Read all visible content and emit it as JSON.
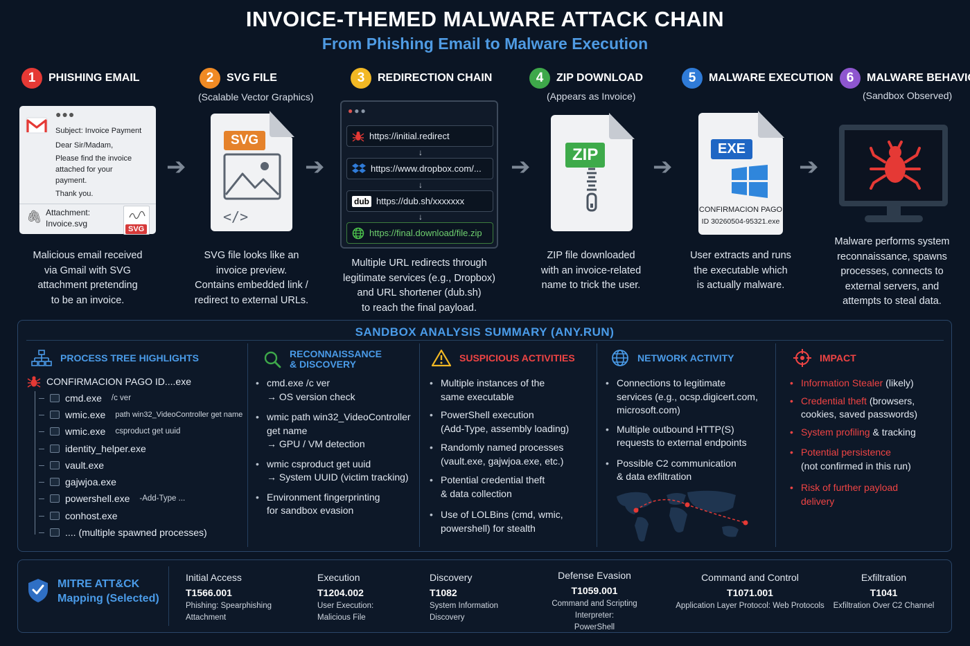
{
  "title": "INVOICE-THEMED MALWARE ATTACK CHAIN",
  "subtitle": "From Phishing Email to Malware Execution",
  "colors": {
    "step1": "#e53935",
    "step2": "#f08a24",
    "step3": "#f2b824",
    "step4": "#3ea84a",
    "step5": "#2f7bd8",
    "step6": "#8e56cf",
    "accent_blue": "#4a9be8",
    "danger_red": "#ef4444"
  },
  "steps": [
    {
      "num": "1",
      "title": "PHISHING EMAIL",
      "sub": "",
      "desc": [
        "Malicious email received",
        "via Gmail with SVG",
        "attachment pretending",
        "to be an invoice."
      ]
    },
    {
      "num": "2",
      "title": "SVG FILE",
      "sub": "(Scalable Vector Graphics)",
      "desc": [
        "SVG file looks like an",
        "invoice preview.",
        "Contains embedded link /",
        "redirect to external URLs."
      ]
    },
    {
      "num": "3",
      "title": "REDIRECTION CHAIN",
      "sub": "",
      "desc": [
        "Multiple URL redirects through",
        "legitimate services (e.g., Dropbox)",
        "and URL shortener (dub.sh)",
        "to reach the final payload."
      ]
    },
    {
      "num": "4",
      "title": "ZIP DOWNLOAD",
      "sub": "(Appears as Invoice)",
      "desc": [
        "ZIP file downloaded",
        "with an invoice-related",
        "name to trick the user."
      ]
    },
    {
      "num": "5",
      "title": "MALWARE EXECUTION",
      "sub": "",
      "desc": [
        "User extracts and runs",
        "the executable which",
        "is actually malware."
      ]
    },
    {
      "num": "6",
      "title": "MALWARE BEHAVIOR",
      "sub": "(Sandbox Observed)",
      "desc": [
        "Malware performs system",
        "reconnaissance, spawns",
        "processes, connects to",
        "external servers, and",
        "attempts to steal data."
      ]
    }
  ],
  "email": {
    "subject": "Subject:  Invoice Payment",
    "body": [
      "Dear Sir/Madam,",
      "Please find the invoice",
      "attached for your",
      "payment.",
      "Thank you."
    ],
    "attachment_label": "Attachment:",
    "attachment_file": "Invoice.svg",
    "attachment_tag": "SVG",
    "icons": [
      "gmail-logo",
      "paperclip-icon"
    ]
  },
  "svg_file": {
    "tag": "SVG",
    "code": "</>"
  },
  "redirects": [
    {
      "icon": "spider-icon",
      "url": "https://initial.redirect"
    },
    {
      "icon": "dropbox-icon",
      "url": "https://www.dropbox.com/..."
    },
    {
      "icon": "dub-logo",
      "logo_text": "dub",
      "url": "https://dub.sh/xxxxxxx"
    },
    {
      "icon": "globe-icon",
      "url": "https://final.download/file.zip"
    }
  ],
  "redirect_arrow": "↓",
  "zip_file": {
    "tag": "ZIP"
  },
  "exe_file": {
    "tag": "EXE",
    "name": "CONFIRMACION PAGO",
    "id": "ID 30260504-95321.exe"
  },
  "sandbox": {
    "title": "SANDBOX ANALYSIS SUMMARY (ANY.RUN)",
    "process_tree": {
      "heading": "PROCESS TREE HIGHLIGHTS",
      "root": "CONFIRMACION PAGO ID....exe",
      "children": [
        {
          "name": "cmd.exe",
          "args": "/c ver"
        },
        {
          "name": "wmic.exe",
          "args": "path win32_VideoController get name"
        },
        {
          "name": "wmic.exe",
          "args": "csproduct get uuid"
        },
        {
          "name": "identity_helper.exe",
          "args": ""
        },
        {
          "name": "vault.exe",
          "args": ""
        },
        {
          "name": "gajwjoa.exe",
          "args": ""
        },
        {
          "name": "powershell.exe",
          "args": "-Add-Type ..."
        },
        {
          "name": "conhost.exe",
          "args": ""
        },
        {
          "name": ".... (multiple spawned processes)",
          "args": ""
        }
      ]
    },
    "recon": {
      "heading_line1": "RECONNAISSANCE",
      "heading_line2": "& DISCOVERY",
      "items": [
        [
          "cmd.exe /c ver",
          "→ OS version check"
        ],
        [
          "wmic path win32_VideoController",
          "get name",
          "→ GPU / VM detection"
        ],
        [
          "wmic csproduct get uuid",
          "→ System UUID (victim tracking)"
        ],
        [
          "Environment fingerprinting",
          "for sandbox evasion"
        ]
      ]
    },
    "suspicious": {
      "heading": "SUSPICIOUS ACTIVITIES",
      "items": [
        [
          "Multiple instances of the",
          "same executable"
        ],
        [
          "PowerShell execution",
          "(Add-Type, assembly loading)"
        ],
        [
          "Randomly named processes",
          "(vault.exe, gajwjoa.exe, etc.)"
        ],
        [
          "Potential credential theft",
          "& data collection"
        ],
        [
          "Use of LOLBins (cmd, wmic,",
          "powershell) for stealth"
        ]
      ]
    },
    "network": {
      "heading": "NETWORK ACTIVITY",
      "items": [
        [
          "Connections to legitimate",
          "services (e.g., ocsp.digicert.com,",
          "microsoft.com)"
        ],
        [
          "Multiple outbound HTTP(S)",
          "requests to external endpoints"
        ],
        [
          "Possible C2 communication",
          "& data exfiltration"
        ]
      ]
    },
    "impact": {
      "heading": "IMPACT",
      "items": [
        {
          "red": "Information Stealer",
          "rest": " (likely)",
          "line2": ""
        },
        {
          "red": "Credential theft",
          "rest": " (browsers,",
          "line2": "cookies, saved passwords)"
        },
        {
          "red": "System profiling",
          "rest": " & tracking",
          "line2": ""
        },
        {
          "red": "Potential persistence",
          "rest": "",
          "line2": "(not confirmed in this run)"
        },
        {
          "red": "Risk of further payload",
          "rest": "",
          "line2_red": "delivery"
        }
      ]
    }
  },
  "mitre": {
    "title_line1": "MITRE ATT&CK",
    "title_line2": "Mapping (Selected)",
    "techniques": [
      {
        "tactic": "Initial Access",
        "id": "T1566.001",
        "name": [
          "Phishing: Spearphishing",
          "Attachment"
        ]
      },
      {
        "tactic": "Execution",
        "id": "T1204.002",
        "name": [
          "User Execution:",
          "Malicious File"
        ]
      },
      {
        "tactic": "Discovery",
        "id": "T1082",
        "name": [
          "System Information",
          "Discovery"
        ]
      },
      {
        "tactic": "Defense Evasion",
        "id": "T1059.001",
        "name": [
          "Command and Scripting Interpreter:",
          "PowerShell"
        ]
      },
      {
        "tactic": "Command and Control",
        "id": "T1071.001",
        "name": [
          "Application Layer Protocol: Web Protocols"
        ]
      },
      {
        "tactic": "Exfiltration",
        "id": "T1041",
        "name": [
          "Exfiltration Over C2 Channel"
        ]
      }
    ]
  }
}
